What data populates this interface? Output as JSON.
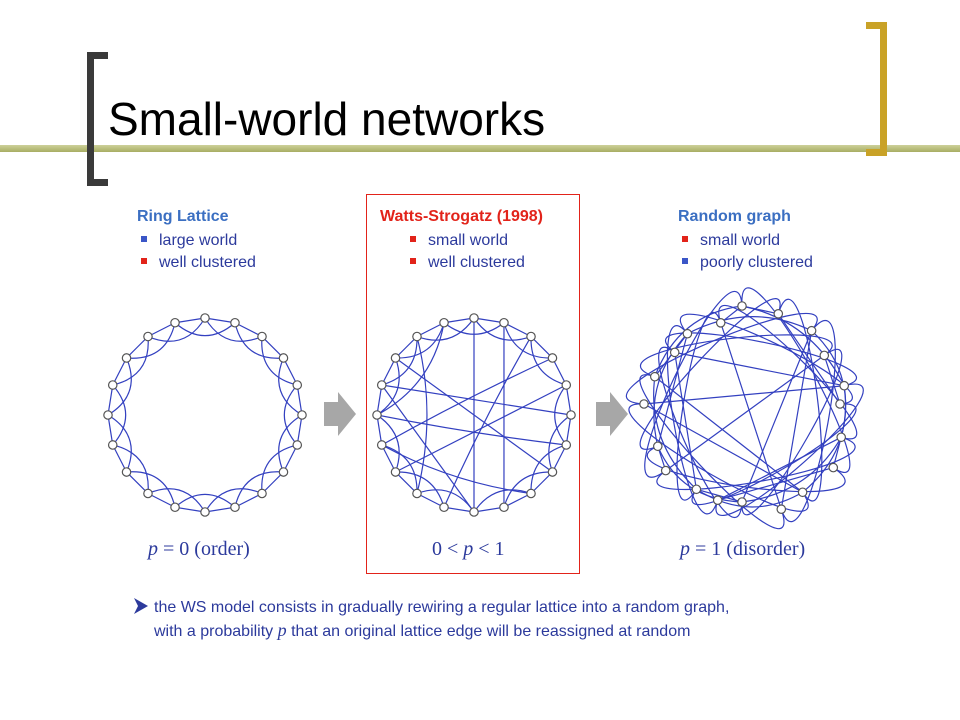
{
  "slide": {
    "title": "Small-world networks"
  },
  "panels": [
    {
      "title": "Ring Lattice",
      "items": [
        {
          "text": "large world",
          "color": "#3b56c7"
        },
        {
          "text": "well clustered",
          "color": "#e2231a"
        }
      ],
      "caption_var": "p",
      "caption_rest": " = 0 (order)"
    },
    {
      "title": "Watts-Strogatz (1998)",
      "items": [
        {
          "text": "small world",
          "color": "#e2231a"
        },
        {
          "text": "well clustered",
          "color": "#e2231a"
        }
      ],
      "caption_pre": "0 < ",
      "caption_var": "p",
      "caption_rest": " < 1"
    },
    {
      "title": "Random graph",
      "items": [
        {
          "text": "small world",
          "color": "#e2231a"
        },
        {
          "text": "poorly clustered",
          "color": "#3b56c7"
        }
      ],
      "caption_var": "p",
      "caption_rest": " = 1 (disorder)"
    }
  ],
  "note": {
    "line1": "the WS model consists in gradually rewiring a regular lattice into a random graph,",
    "line2_pre": "with a probability ",
    "line2_var": "p",
    "line2_post": " that an original lattice edge will be reassigned at random"
  },
  "colors": {
    "edge": "#3340c0",
    "node_fill": "#ffffff",
    "node_stroke": "#555555",
    "arrow": "#a7a7a7",
    "frame": "#e2231a",
    "bracket": "#c9a227",
    "rule": "#b8bf7e"
  }
}
